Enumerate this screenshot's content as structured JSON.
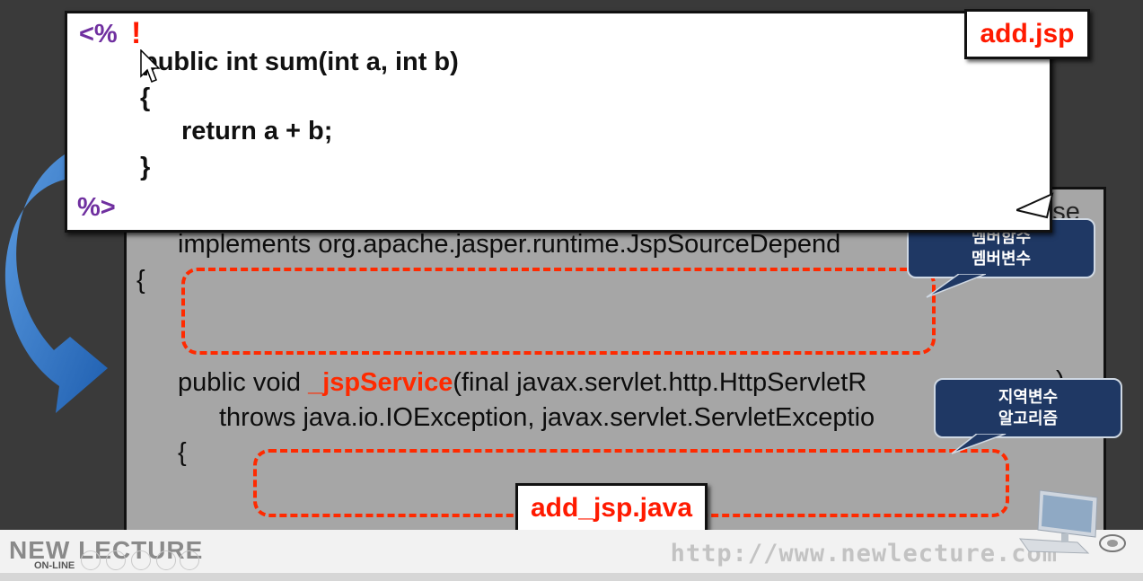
{
  "java_slide": {
    "partial_top_right": "base",
    "line_implements": "implements org.apache.jasper.runtime.JspSourceDepend",
    "brace_open_1": "{",
    "service_prefix": "public void ",
    "service_name": "_jspService",
    "service_suffix": "(final javax.servlet.http.HttpServletR",
    "service_tail": ")",
    "throws_line": "throws java.io.IOException, javax.servlet.ServletExceptio",
    "brace_open_2": "{"
  },
  "callouts": {
    "member": [
      "멤버함수",
      "멤버변수"
    ],
    "local": [
      "지역변수",
      "알고리즘"
    ]
  },
  "labels": {
    "jsp_file": "add.jsp",
    "java_file": "add_jsp.java"
  },
  "jsp_code": {
    "open_tag": "<%",
    "bang": "!",
    "signature": "public int sum(int a, int b)",
    "brace_open": "{",
    "return_line": "return a + b;",
    "brace_close": "}",
    "close_tag": "%>"
  },
  "footer": {
    "logo": "NEW LECTURE",
    "logo_sub": "ON-LINE",
    "url": "http://www.newlecture.com"
  },
  "colors": {
    "accent_red": "#ff2a00",
    "callout_bg": "#1f3864",
    "tag_purple": "#7030a0",
    "arrow_blue": "#2e6fc4"
  }
}
